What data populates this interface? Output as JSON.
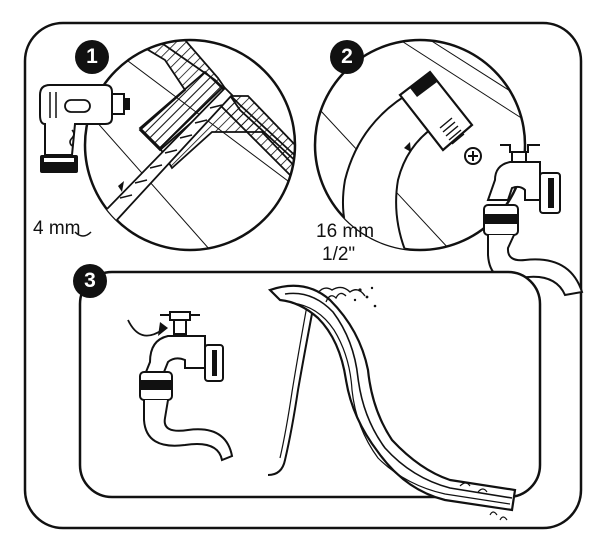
{
  "steps": [
    {
      "number": "1",
      "measurement": "4 mm"
    },
    {
      "number": "2",
      "measurement_metric": "16 mm",
      "measurement_imperial": "1/2\""
    },
    {
      "number": "3"
    }
  ],
  "colors": {
    "stroke": "#111111",
    "background": "#ffffff",
    "badge": "#111111",
    "badge_text": "#ffffff"
  },
  "icons": [
    "power-drill-icon",
    "drill-bit-icon",
    "hose-clamp-icon",
    "water-tap-icon",
    "water-slide-icon",
    "rotate-arrow-icon"
  ]
}
